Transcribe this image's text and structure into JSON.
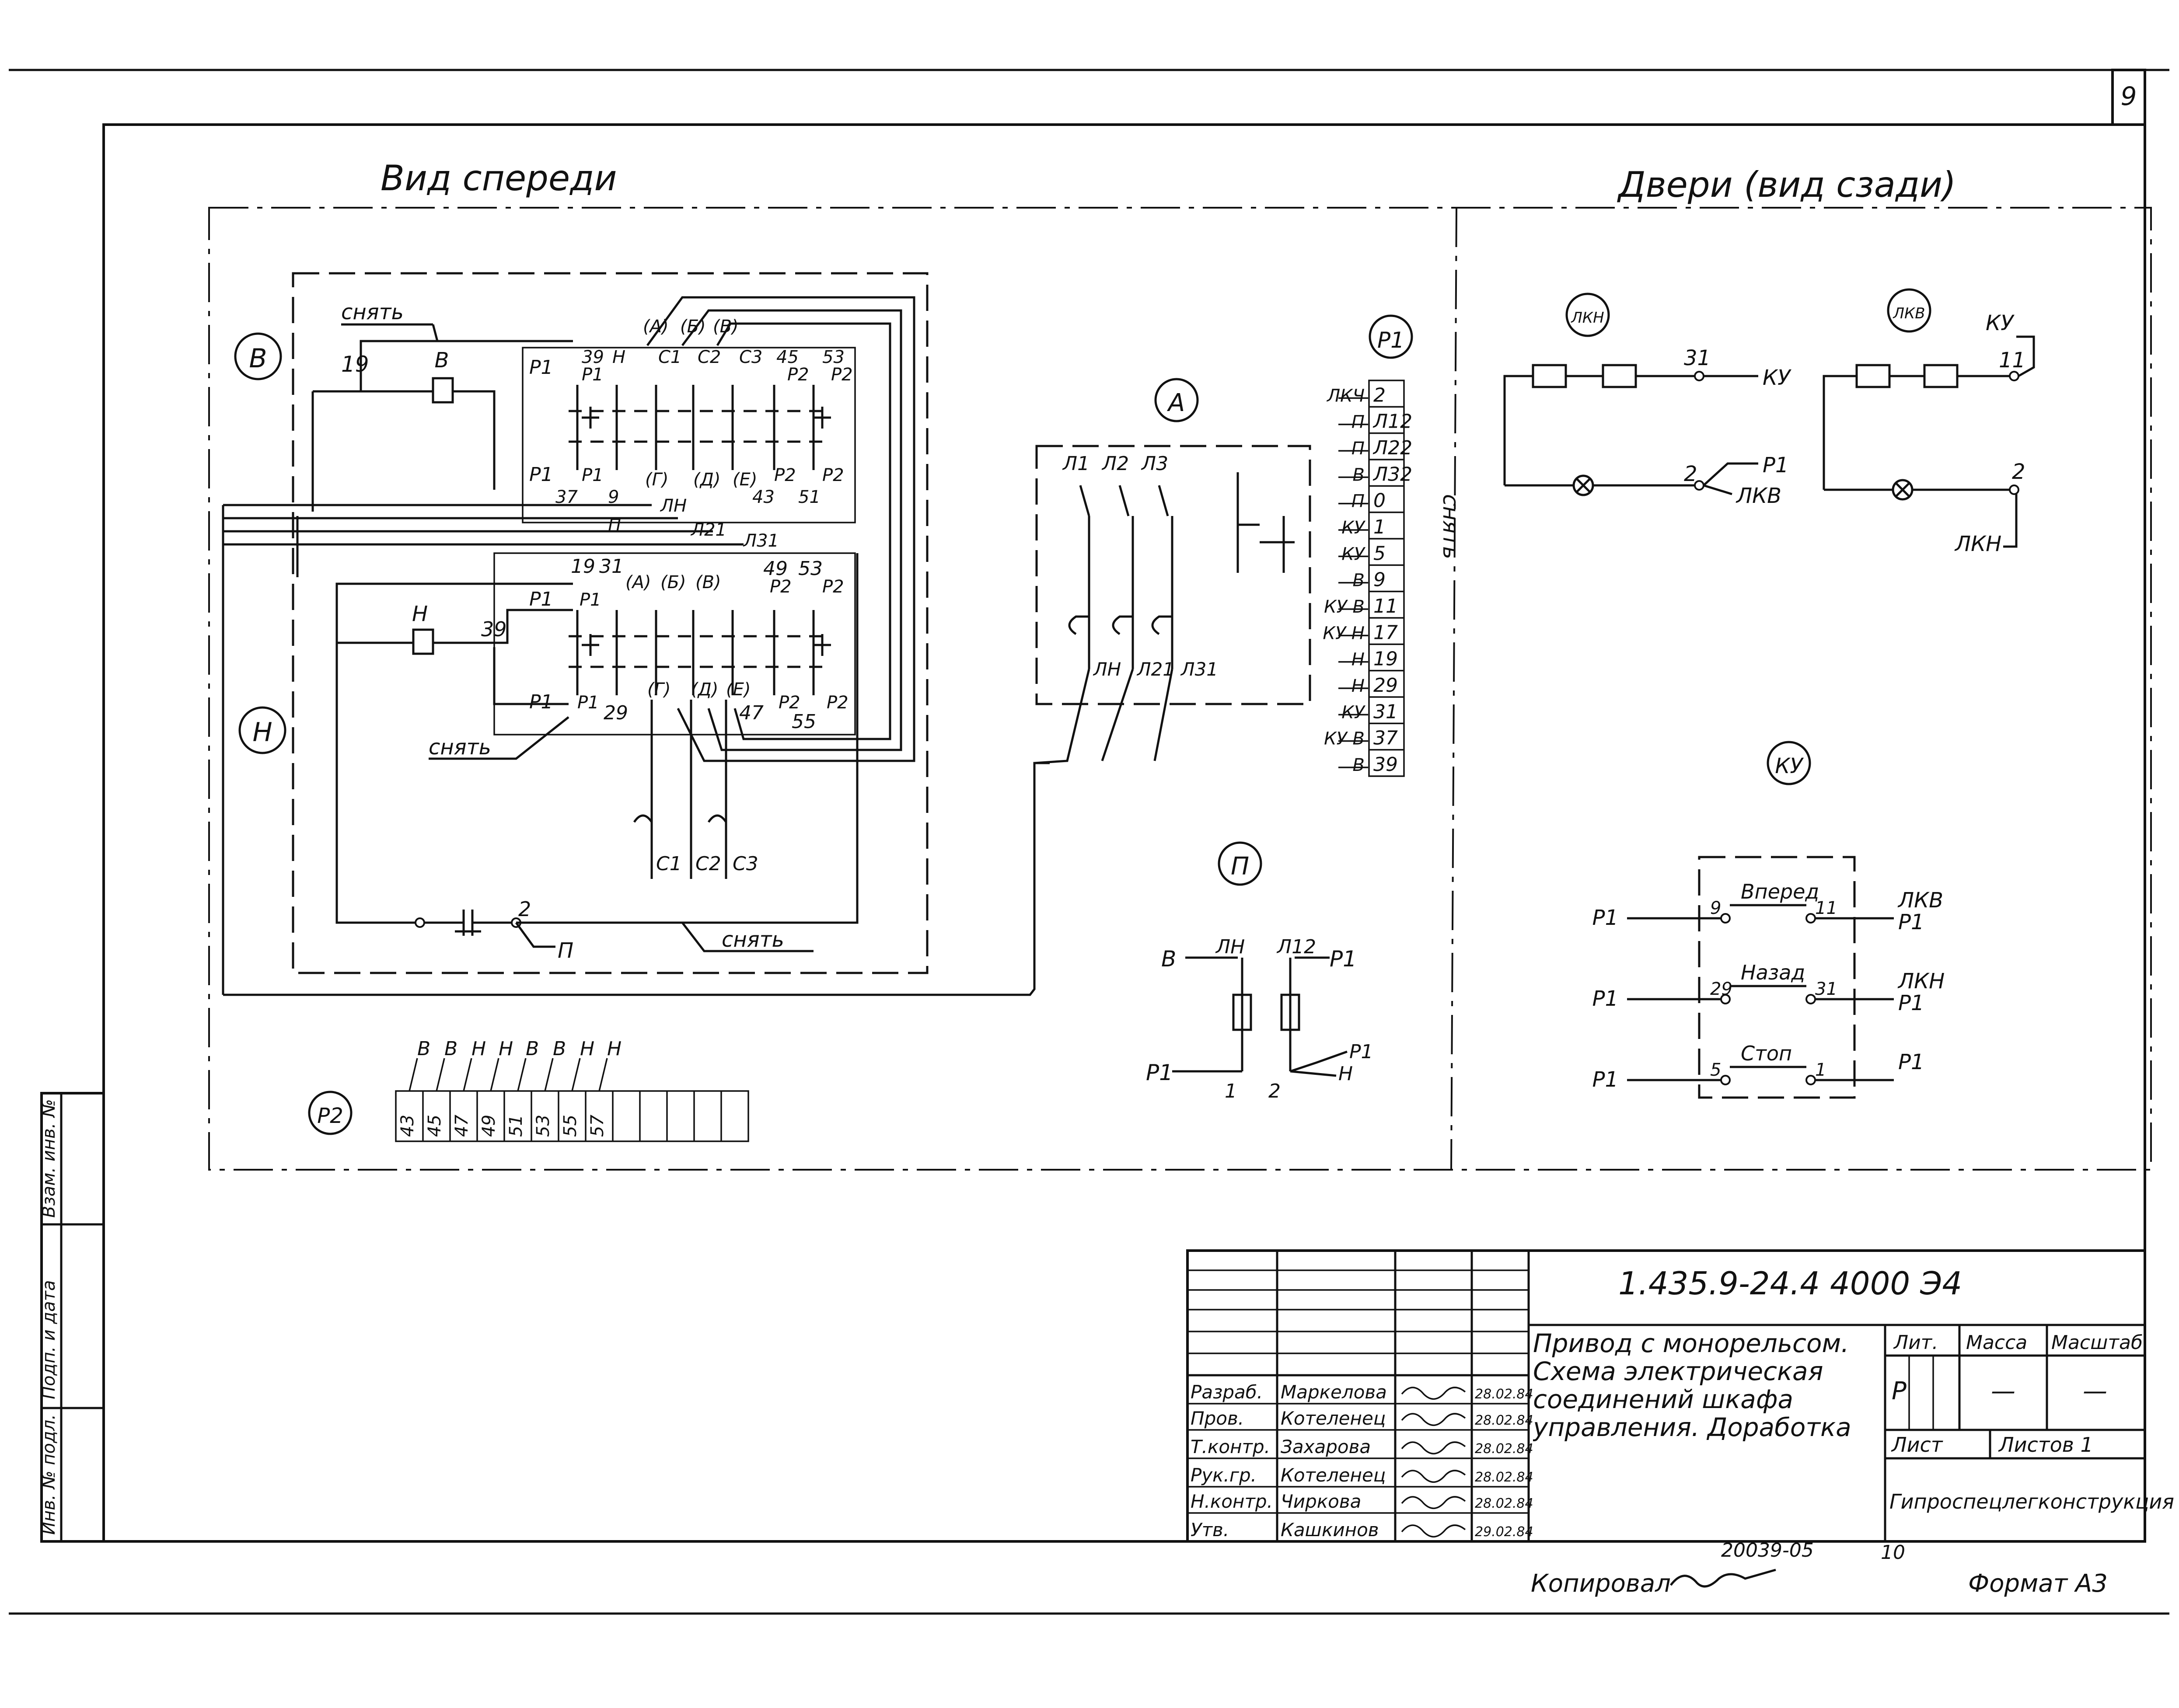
{
  "sheet": {
    "page_number": "9",
    "view_front_title": "Вид спереди",
    "view_doors_title": "Двери (вид сзади)"
  },
  "front_view": {
    "circle_labels": [
      "В",
      "Н",
      "А",
      "Р1",
      "П",
      "Р2",
      "КУ"
    ],
    "contactor_top": {
      "coil": "В",
      "terminals_top": [
        "Р1",
        "39",
        "Р1",
        "Н",
        "С1",
        "С2",
        "С3",
        "45",
        "Р2",
        "53",
        "Р2"
      ],
      "terminals_bottom": [
        "Р1",
        "Р1",
        "37",
        "9",
        "(Г)",
        "(Д)",
        "(Е)",
        "Р2",
        "43",
        "Р2",
        "51"
      ],
      "phase_labels": [
        "(А)",
        "(Б)",
        "(В)"
      ],
      "remove_label": "снять",
      "left_terminal": "19"
    },
    "contactor_bottom": {
      "coil": "Н",
      "coil_terminal": "39",
      "terminals_top": [
        "19",
        "31",
        "Р1",
        "Р1",
        "(А)",
        "(Б)",
        "(В)",
        "49",
        "Р2",
        "53",
        "Р2"
      ],
      "terminals_bottom": [
        "Р1",
        "Р1",
        "29",
        "(Г)",
        "(Д)",
        "(Е)",
        "47",
        "Р2",
        "55",
        "Р2"
      ],
      "line_labels": [
        "П",
        "ЛН",
        "Л21",
        "Л31"
      ],
      "remove_label": "снять"
    },
    "output_labels": [
      "С1",
      "С2",
      "С3"
    ],
    "bottom_contact": {
      "terminal": "2",
      "label": "П",
      "remove_label": "снять"
    }
  },
  "block_a": {
    "title": "А",
    "top_labels": [
      "Л1",
      "Л2",
      "Л3"
    ],
    "bottom_labels": [
      "ЛН",
      "Л21",
      "Л31"
    ]
  },
  "terminal_block_p1": {
    "title": "Р1",
    "rows": [
      {
        "left": "ЛКЧ",
        "num": "2"
      },
      {
        "left": "П",
        "num": "Л12"
      },
      {
        "left": "П",
        "num": "Л22"
      },
      {
        "left": "В",
        "num": "Л32"
      },
      {
        "left": "П",
        "num": "0"
      },
      {
        "left": "КУ",
        "num": "1"
      },
      {
        "left": "КУ",
        "num": "5"
      },
      {
        "left": "В",
        "num": "9"
      },
      {
        "left": "КУ В",
        "num": "11"
      },
      {
        "left": "КУ Н",
        "num": "17"
      },
      {
        "left": "Н",
        "num": "19"
      },
      {
        "left": "Н",
        "num": "29"
      },
      {
        "left": "КУ",
        "num": "31"
      },
      {
        "left": "КУ В",
        "num": "37"
      },
      {
        "left": "В",
        "num": "39"
      }
    ],
    "side_label": "снять"
  },
  "terminal_block_p2": {
    "title": "Р2",
    "top_labels": [
      "В",
      "В",
      "Н",
      "Н",
      "В",
      "В",
      "Н",
      "Н"
    ],
    "cells": [
      "43",
      "45",
      "47",
      "49",
      "51",
      "53",
      "55",
      "57",
      "",
      "",
      "",
      "",
      ""
    ]
  },
  "block_p": {
    "title": "П",
    "labels": [
      "В",
      "ЛН",
      "Л12",
      "Р1",
      "Р1",
      "1",
      "2",
      "Р1",
      "Н"
    ]
  },
  "doors": {
    "lamp_lkn": {
      "title": "ЛКН",
      "labels": [
        "31",
        "КУ",
        "2",
        "Р1",
        "ЛКВ"
      ]
    },
    "lamp_lkv": {
      "title": "ЛКВ",
      "labels": [
        "КУ",
        "11",
        "2",
        "ЛКН"
      ]
    },
    "panel_ku": {
      "title": "КУ",
      "buttons": [
        {
          "name": "Вперед",
          "left_terminal": "9",
          "right_terminal": "11",
          "left_label": "Р1",
          "right_labels": [
            "ЛКВ",
            "Р1"
          ]
        },
        {
          "name": "Назад",
          "left_terminal": "29",
          "right_terminal": "31",
          "left_label": "Р1",
          "right_labels": [
            "ЛКН",
            "Р1"
          ]
        },
        {
          "name": "Стоп",
          "left_terminal": "5",
          "right_terminal": "1",
          "left_label": "Р1",
          "right_labels": [
            "Р1"
          ]
        }
      ]
    }
  },
  "left_stamp": {
    "cells": [
      "Инв. № подл.",
      "Подп. и дата",
      "Взам. инв. №"
    ]
  },
  "title_block": {
    "doc_code": "1.435.9-24.4   4000 Э4",
    "title": "Привод с монорельсом. Схема электрическая соединений шкафа управления. Доработка",
    "lit_header": "Лит.",
    "mass_header": "Масса",
    "scale_header": "Масштаб",
    "lit_value": "Р",
    "mass_value": "—",
    "scale_value": "—",
    "sheet_label": "Лист",
    "sheets_label": "Листов 1",
    "organization": "Гипроспецлегконструкция",
    "signatures": [
      {
        "role": "Разраб.",
        "name": "Маркелова",
        "date": "28.02.84"
      },
      {
        "role": "Пров.",
        "name": "Котеленец",
        "date": "28.02.84"
      },
      {
        "role": "Т.контр.",
        "name": "Захарова",
        "date": "28.02.84"
      },
      {
        "role": "Рук.гр.",
        "name": "Котеленец",
        "date": "28.02.84"
      },
      {
        "role": "Н.контр.",
        "name": "Чиркова",
        "date": "28.02.84"
      },
      {
        "role": "Утв.",
        "name": "Кашкинов",
        "date": "29.02.84"
      }
    ]
  },
  "footer": {
    "copied_label": "Копировал",
    "archive_number": "20039-05",
    "sheet_index": "10",
    "format": "Формат А3"
  }
}
